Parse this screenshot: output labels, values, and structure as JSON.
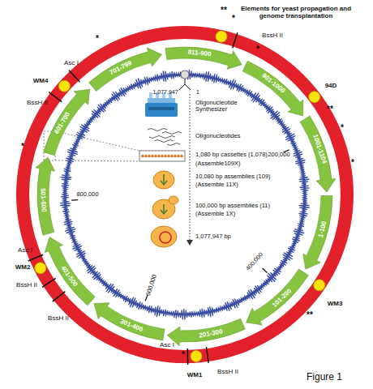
{
  "diagram": {
    "caption": "Figure 1",
    "nodes": [
      {
        "text": [
          "811-900"
        ]
      },
      {
        "text": [
          "901-1000"
        ]
      },
      {
        "text": [
          "1001-1104"
        ]
      },
      {
        "text": [
          "1-100"
        ]
      },
      {
        "text": [
          "101-200"
        ]
      },
      {
        "text": [
          "201-300"
        ]
      },
      {
        "text": [
          "301-400"
        ]
      },
      {
        "text": [
          "401-500"
        ]
      },
      {
        "text": [
          "501-600"
        ]
      },
      {
        "text": [
          "601-700"
        ]
      },
      {
        "text": [
          "701-799"
        ]
      }
    ],
    "labels": [
      "Elements for yeast propagation and genome transplantation",
      "BssH II",
      "94D",
      "WM3",
      "WM1",
      "BssH II",
      "Asc I",
      "WM2",
      "Asc I",
      "BssH II",
      "BssH II",
      "WM4",
      "Asc I",
      "BssH II",
      "1,077,947",
      "1",
      "200,000",
      "400,000",
      "600,000",
      "800,000",
      "Oligonucleotide Synthesizer",
      "Oligonucleotides",
      "1,080 bp cassettes (1,078)",
      "(Assemble109X)",
      "10,080 bp assemblies (109)",
      "(Assemble 11X)",
      "100,000 bp assemblies (11)",
      "(Assemble 1X)",
      "1,077,947 bp",
      "**",
      "*",
      "*",
      "**",
      "*",
      "*",
      "**",
      "*",
      "*",
      "*"
    ]
  }
}
